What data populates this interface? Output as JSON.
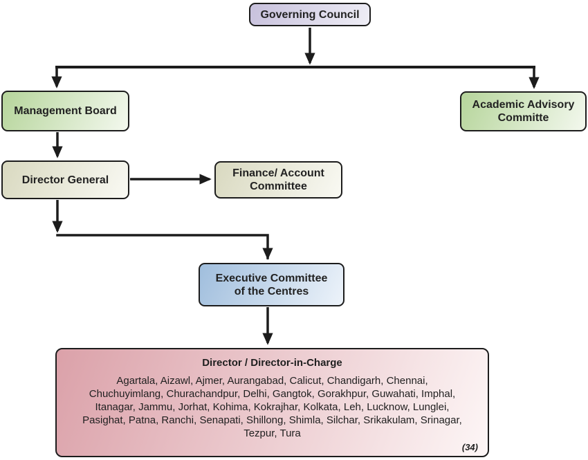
{
  "nodes": {
    "governing_council": {
      "label": "Governing Council"
    },
    "management_board": {
      "label": "Management Board"
    },
    "academic_advisory_committee": {
      "lines": [
        "Academic Advisory",
        "Committe"
      ]
    },
    "director_general": {
      "label": "Director General"
    },
    "finance_account_committee": {
      "lines": [
        "Finance/ Account",
        "Committee"
      ]
    },
    "executive_committee": {
      "lines": [
        "Executive Committee",
        "of the Centres"
      ]
    },
    "director_in_charge": {
      "title": "Director / Director-in-Charge",
      "centre_lines": [
        "Agartala, Aizawl, Ajmer, Aurangabad, Calicut, Chandigarh, Chennai,",
        "Chuchuyimlang, Churachandpur, Delhi, Gangtok, Gorakhpur, Guwahati, Imphal,",
        "Itanagar, Jammu, Jorhat, Kohima, Kokrajhar, Kolkata, Leh, Lucknow, Lunglei,",
        "Pasighat, Patna, Ranchi, Senapati, Shillong, Shimla, Silchar, Srikakulam, Srinagar,",
        "Tezpur, Tura"
      ],
      "count": "(34)"
    }
  },
  "colors": {
    "lavender_start": "#c7c0dc",
    "lavender_end": "#efeef6",
    "green_start": "#b6d59b",
    "green_end": "#f3f8ee",
    "beige_start": "#d9d9c0",
    "beige_end": "#f9f9f3",
    "blue_start": "#a0bedd",
    "blue_end": "#edf3fa",
    "pink_start": "#dba1a9",
    "pink_end": "#fdf6f6",
    "connector_line": "#1c1c1c"
  }
}
